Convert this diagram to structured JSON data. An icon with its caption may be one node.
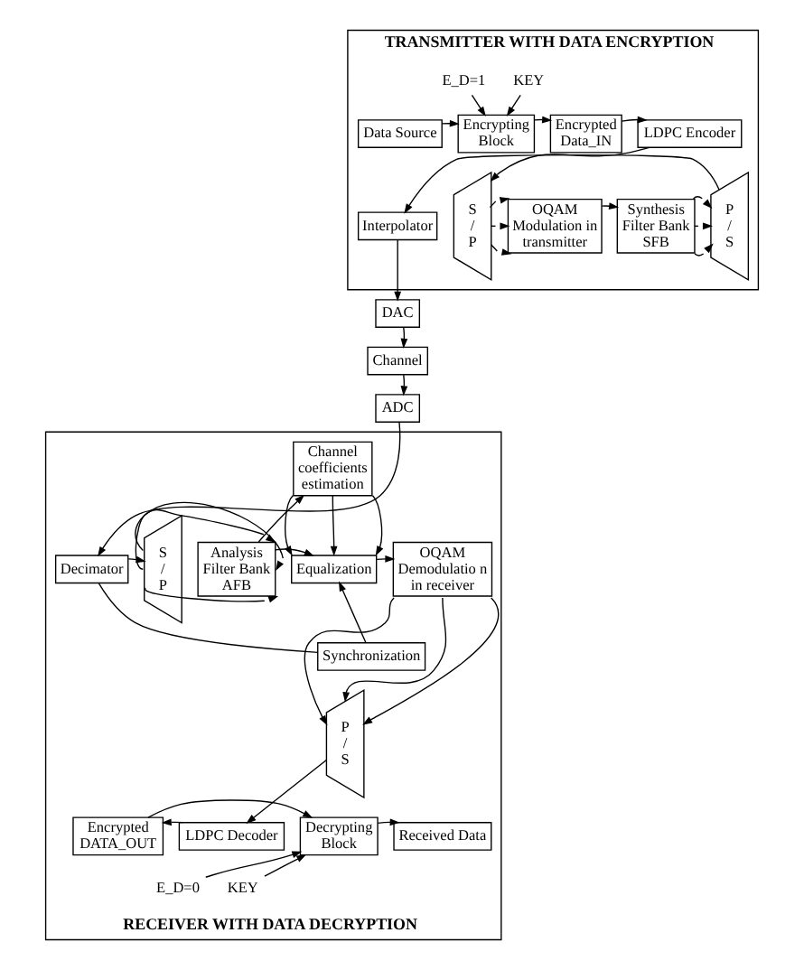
{
  "diagram": {
    "nodes": [
      {
        "text": [
          "TRANSMITTER WITH DATA ENCRYPTION"
        ]
      },
      {
        "text": [
          "E_D=1"
        ],
        "in": 0
      },
      {
        "text": [
          "KEY"
        ],
        "in": 0
      },
      {
        "text": [
          "Data Source"
        ],
        "in": 0
      },
      {
        "text": [
          "Encrypting Block"
        ],
        "in": 0
      },
      {
        "text": [
          "Encrypted Data_IN"
        ],
        "in": 0
      },
      {
        "text": [
          "LDPC Encoder"
        ],
        "in": 0
      },
      {
        "text": [
          "S / P"
        ],
        "in": 0
      },
      {
        "text": [
          "OQAM Modulation in transmitter"
        ],
        "in": 0
      },
      {
        "text": [
          "Synthesis Filter Bank SFB"
        ],
        "in": 0
      },
      {
        "text": [
          "P / S"
        ],
        "in": 0
      },
      {
        "text": [
          "Interpolator"
        ],
        "in": 0
      },
      {
        "text": [
          "DAC"
        ]
      },
      {
        "text": [
          "Channel"
        ]
      },
      {
        "text": [
          "ADC"
        ]
      },
      {
        "text": [
          "RECEIVER WITH DATA DECRYPTION"
        ]
      },
      {
        "text": [
          "Channel coefficients estimation"
        ],
        "in": 15
      },
      {
        "text": [
          "OQAM Demodulatio n in receiver"
        ],
        "in": 15
      },
      {
        "text": [
          "Equalization"
        ],
        "in": 15
      },
      {
        "text": [
          "Analysis Filter Bank AFB"
        ],
        "in": 15
      },
      {
        "text": [
          "S / P"
        ],
        "in": 15
      },
      {
        "text": [
          "Decimator"
        ],
        "in": 15
      },
      {
        "text": [
          "Synchronization"
        ],
        "in": 15
      },
      {
        "text": [
          "P / S"
        ],
        "in": 15
      },
      {
        "text": [
          "Received Data"
        ],
        "in": 15
      },
      {
        "text": [
          "Decrypting Block"
        ],
        "in": 15
      },
      {
        "text": [
          "Encrypted DATA_OUT"
        ],
        "in": 15
      },
      {
        "text": [
          "LDPC Decoder"
        ],
        "in": 15
      },
      {
        "text": [
          "E_D=0"
        ],
        "in": 15
      },
      {
        "text": [
          "KEY"
        ],
        "in": 15
      }
    ],
    "edges": [
      {
        "from": 1,
        "to": 4,
        "arrow": "to"
      },
      {
        "from": 2,
        "to": 4,
        "arrow": "to"
      },
      {
        "from": 3,
        "to": 4,
        "arrow": "to"
      },
      {
        "from": 4,
        "to": 5,
        "arrow": "to"
      },
      {
        "from": 5,
        "to": 6,
        "arrow": "to"
      },
      {
        "from": 6,
        "to": 7,
        "arrow": "to"
      },
      {
        "from": 7,
        "to": 8,
        "arrow": "to"
      },
      {
        "from": 7,
        "to": 8,
        "arrow": "to"
      },
      {
        "from": 7,
        "to": 8,
        "arrow": "to"
      },
      {
        "from": 8,
        "to": 9,
        "arrow": "to"
      },
      {
        "from": 9,
        "to": 10,
        "arrow": "to"
      },
      {
        "from": 9,
        "to": 10,
        "arrow": "to"
      },
      {
        "from": 9,
        "to": 10,
        "arrow": "to"
      },
      {
        "from": 10,
        "to": 11,
        "arrow": "to"
      },
      {
        "from": 11,
        "to": 12,
        "arrow": "to"
      },
      {
        "from": 12,
        "to": 13,
        "arrow": "to"
      },
      {
        "from": 13,
        "to": 14,
        "arrow": "to"
      },
      {
        "from": 14,
        "to": 21,
        "arrow": "to"
      },
      {
        "from": 21,
        "to": 20,
        "arrow": "to"
      },
      {
        "from": 21,
        "to": 22,
        "arrow": "none"
      },
      {
        "from": 20,
        "to": 19,
        "arrow": "to"
      },
      {
        "from": 20,
        "to": 19,
        "arrow": "to"
      },
      {
        "from": 20,
        "to": 19,
        "arrow": "to"
      },
      {
        "from": 19,
        "to": 18,
        "arrow": "to"
      },
      {
        "from": 19,
        "to": 16,
        "arrow": "to"
      },
      {
        "from": 22,
        "to": 18,
        "arrow": "to"
      },
      {
        "from": 16,
        "to": 18,
        "arrow": "to"
      },
      {
        "from": 16,
        "to": 18,
        "arrow": "to"
      },
      {
        "from": 16,
        "to": 18,
        "arrow": "to"
      },
      {
        "from": 18,
        "to": 17,
        "arrow": "to"
      },
      {
        "from": 17,
        "to": 23,
        "arrow": "to"
      },
      {
        "from": 17,
        "to": 23,
        "arrow": "to"
      },
      {
        "from": 17,
        "to": 23,
        "arrow": "to"
      },
      {
        "from": 23,
        "to": 27,
        "arrow": "to"
      },
      {
        "from": 27,
        "to": 26,
        "arrow": "to"
      },
      {
        "from": 26,
        "to": 25,
        "arrow": "to"
      },
      {
        "from": 25,
        "to": 24,
        "arrow": "to"
      },
      {
        "from": 28,
        "to": 25,
        "arrow": "to"
      },
      {
        "from": 29,
        "to": 25,
        "arrow": "to"
      }
    ]
  }
}
